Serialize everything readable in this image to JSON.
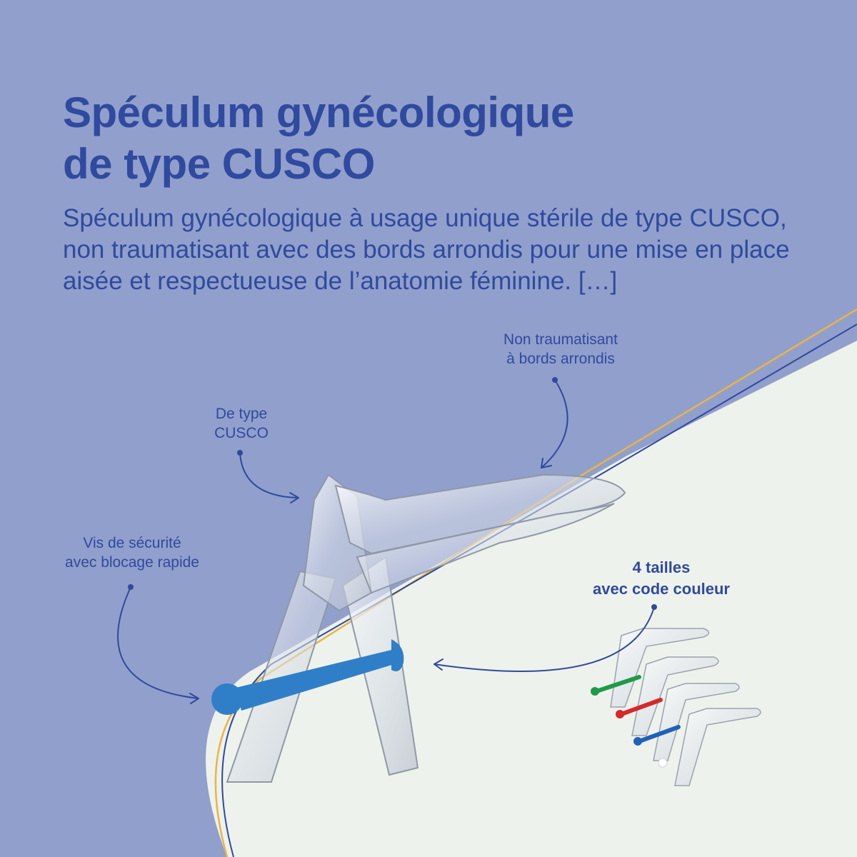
{
  "title": {
    "line1": "Spéculum gynécologique",
    "line2": "de type CUSCO"
  },
  "description": "Spéculum gynécologique à usage unique stérile de type CUSCO, non traumatisant avec des bords arrondis pour une mise en place aisée et respectueuse de l’anatomie féminine. […]",
  "callouts": {
    "rounded_edges": {
      "line1": "Non traumatisant",
      "line2": "à bords arrondis"
    },
    "cusco_type": {
      "line1": "De type",
      "line2": "CUSCO"
    },
    "safety_screw": {
      "line1": "Vis de sécurité",
      "line2": "avec blocage rapide"
    },
    "sizes": {
      "line1": "4 tailles",
      "line2": "avec code couleur"
    }
  },
  "colors": {
    "background": "#919fcc",
    "panel": "#eef2ec",
    "text": "#2f4a9e",
    "gold_line": "#e8b545",
    "navy_line": "#2f4a9e",
    "screw_blue": "#2f7fc8",
    "size_green": "#1f9a4a",
    "size_red": "#d8282b",
    "size_blue": "#2060b8"
  }
}
